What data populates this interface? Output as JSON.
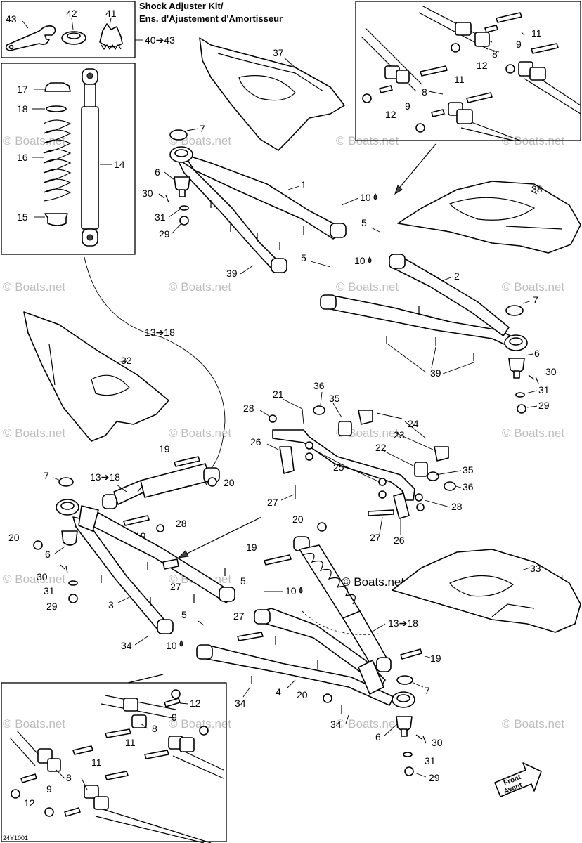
{
  "kit": {
    "title_line1": "Shock Adjuster Kit/",
    "title_line2": "Ens. d'Ajustement d'Amortisseur",
    "range": "40➔43"
  },
  "watermark": "© Boats.net",
  "watermark_main": "© Boats.net",
  "diagram_code": "24Y1001",
  "front_label": {
    "line1": "Front",
    "line2": "Avant"
  },
  "callouts": {
    "c43": "43",
    "c42": "42",
    "c41": "41",
    "c17": "17",
    "c18": "18",
    "c16": "16",
    "c15": "15",
    "c14": "14",
    "c37": "37",
    "c7a": "7",
    "c6a": "6",
    "c30a": "30",
    "c31a": "31",
    "c29a": "29",
    "c1": "1",
    "c10a": "10",
    "c5a": "5",
    "c5b": "5",
    "c10b": "10",
    "c39a": "39",
    "c38": "38",
    "c2": "2",
    "c7b": "7",
    "c6b": "6",
    "c30b": "30",
    "c31b": "31",
    "c29b": "29",
    "c39b": "39",
    "c11a": "11",
    "c9a": "9",
    "c8a": "8",
    "c12a": "12",
    "c11b": "11",
    "c8b": "8",
    "c9b": "9",
    "c12b": "12",
    "c13a": "13➔18",
    "c32": "32",
    "c36a": "36",
    "c35a": "35",
    "c21": "21",
    "c28a": "28",
    "c23": "23",
    "c24": "24",
    "c26a": "26",
    "c22": "22",
    "c25": "25",
    "c35b": "35",
    "c36b": "36",
    "c27a": "27",
    "c28b": "28",
    "c27b": "27",
    "c26b": "26",
    "c19a": "19",
    "c20a": "20",
    "c7c": "7",
    "c13b": "13➔18",
    "c19b": "19",
    "c28c": "28",
    "c20b": "20",
    "c6c": "6",
    "c30c": "30",
    "c31c": "31",
    "c29c": "29",
    "c27c": "27",
    "c3": "3",
    "c5c": "5",
    "c34a": "34",
    "c10c": "10",
    "c10d": "10",
    "c20c": "20",
    "c19c": "19",
    "c5d": "5",
    "c33": "33",
    "c27d": "27",
    "c13c": "13➔18",
    "c19d": "19",
    "c7d": "7",
    "c4": "4",
    "c20d": "20",
    "c34b": "34",
    "c34c": "34",
    "c6d": "6",
    "c30d": "30",
    "c31d": "31",
    "c29d": "29",
    "c12c": "12",
    "c9c": "9",
    "c8c": "8",
    "c11c": "11",
    "c11d": "11",
    "c8d": "8",
    "c9d": "9",
    "c12d": "12"
  }
}
